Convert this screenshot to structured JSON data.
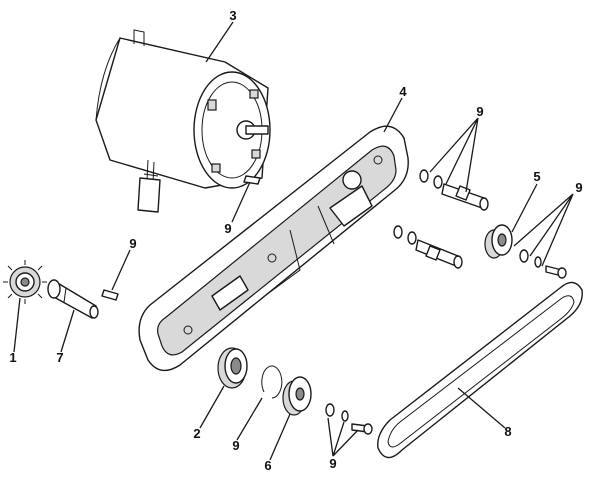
{
  "callouts": {
    "c1": "1",
    "c2": "2",
    "c3": "3",
    "c4": "4",
    "c5": "5",
    "c6": "6",
    "c7": "7",
    "c8": "8",
    "c9_motor_key": "9",
    "c9_shaft_key": "9",
    "c9_top_hardware": "9",
    "c9_right_hardware": "9",
    "c9_retaining_ring": "9",
    "c9_bottom_hardware": "9"
  }
}
